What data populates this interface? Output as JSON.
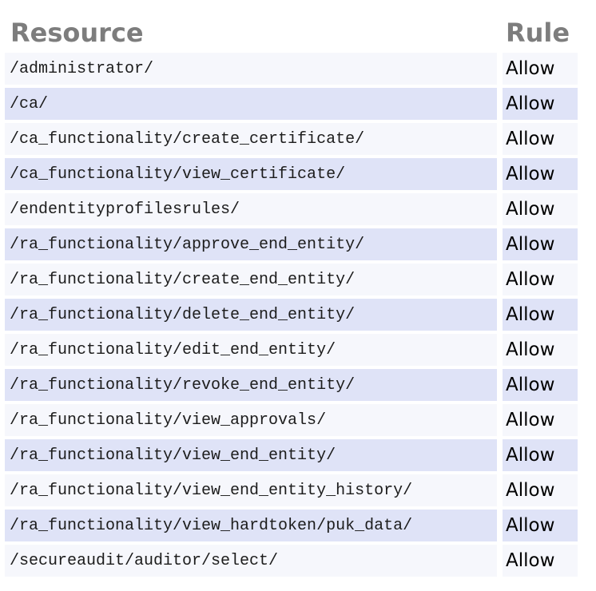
{
  "colors": {
    "row_light": "#f6f7fc",
    "row_shaded": "#dfe3f7",
    "header_text": "#7d7d7d",
    "cell_text": "#1c1c1c",
    "rule_text": "#000000"
  },
  "table": {
    "columns": [
      {
        "label": "Resource"
      },
      {
        "label": "Rule"
      }
    ],
    "rows": [
      {
        "resource": "/administrator/",
        "rule": "Allow"
      },
      {
        "resource": "/ca/",
        "rule": "Allow"
      },
      {
        "resource": "/ca_functionality/create_certificate/",
        "rule": "Allow"
      },
      {
        "resource": "/ca_functionality/view_certificate/",
        "rule": "Allow"
      },
      {
        "resource": "/endentityprofilesrules/",
        "rule": "Allow"
      },
      {
        "resource": "/ra_functionality/approve_end_entity/",
        "rule": "Allow"
      },
      {
        "resource": "/ra_functionality/create_end_entity/",
        "rule": "Allow"
      },
      {
        "resource": "/ra_functionality/delete_end_entity/",
        "rule": "Allow"
      },
      {
        "resource": "/ra_functionality/edit_end_entity/",
        "rule": "Allow"
      },
      {
        "resource": "/ra_functionality/revoke_end_entity/",
        "rule": "Allow"
      },
      {
        "resource": "/ra_functionality/view_approvals/",
        "rule": "Allow"
      },
      {
        "resource": "/ra_functionality/view_end_entity/",
        "rule": "Allow"
      },
      {
        "resource": "/ra_functionality/view_end_entity_history/",
        "rule": "Allow"
      },
      {
        "resource": "/ra_functionality/view_hardtoken/puk_data/",
        "rule": "Allow"
      },
      {
        "resource": "/secureaudit/auditor/select/",
        "rule": "Allow"
      }
    ]
  }
}
